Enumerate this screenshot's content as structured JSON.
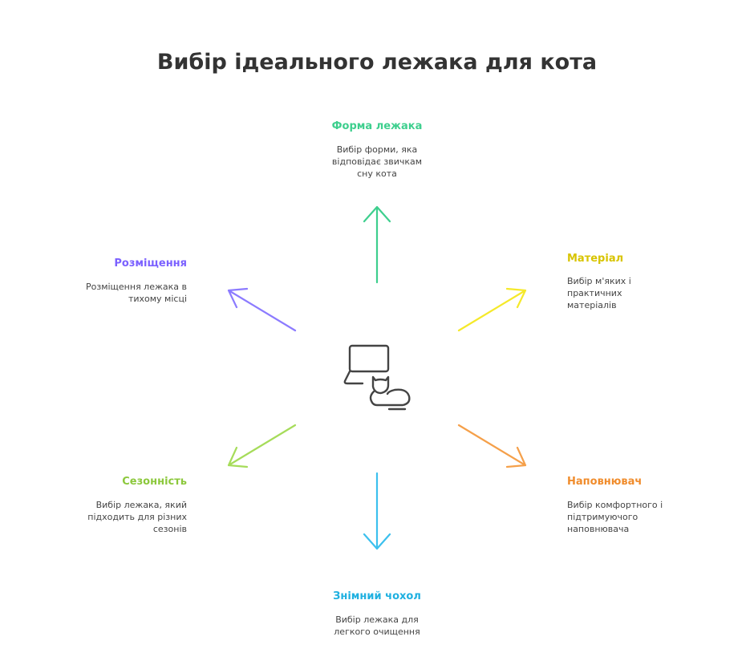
{
  "title": "Вибір ідеального лежака для кота",
  "center_icon": "laptop-cat-icon",
  "nodes": [
    {
      "title": "Форма лежака",
      "desc": "Вибір форми, яка відповідає звичкам сну кота",
      "color": "#3ecf8e"
    },
    {
      "title": "Матеріал",
      "desc": "Вибір м'яких і практичних матеріалів",
      "color": "#e8d400"
    },
    {
      "title": "Наповнювач",
      "desc": "Вибір комфортного і підтримуючого наповнювача",
      "color": "#f08c2c"
    },
    {
      "title": "Знімний чохол",
      "desc": "Вибір лежака для легкого очищення",
      "color": "#1fb0e0"
    },
    {
      "title": "Сезонність",
      "desc": "Вибір лежака, який підходить для різних сезонів",
      "color": "#8cc83c"
    },
    {
      "title": "Розміщення",
      "desc": "Розміщення лежака в тихому місці",
      "color": "#7b61ff"
    }
  ]
}
